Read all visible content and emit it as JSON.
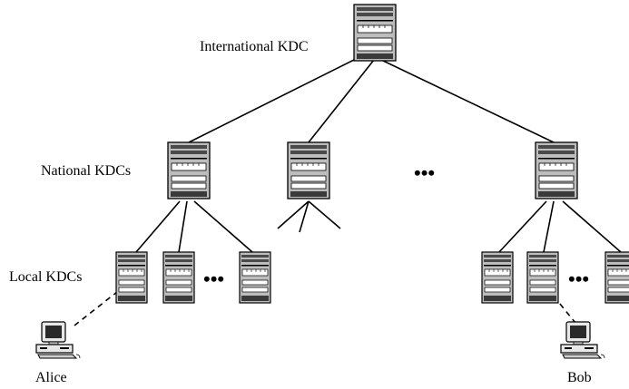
{
  "labels": {
    "international": "International KDC",
    "national": "National KDCs",
    "local": "Local KDCs",
    "alice": "Alice",
    "bob": "Bob"
  },
  "ellipsis": "•••",
  "colors": {
    "line": "#000000",
    "server_body": "#bdbdbd",
    "server_dark": "#4a4a4a",
    "server_panel": "#ffffff"
  },
  "icons": {
    "server": "server-icon",
    "computer": "computer-icon"
  }
}
